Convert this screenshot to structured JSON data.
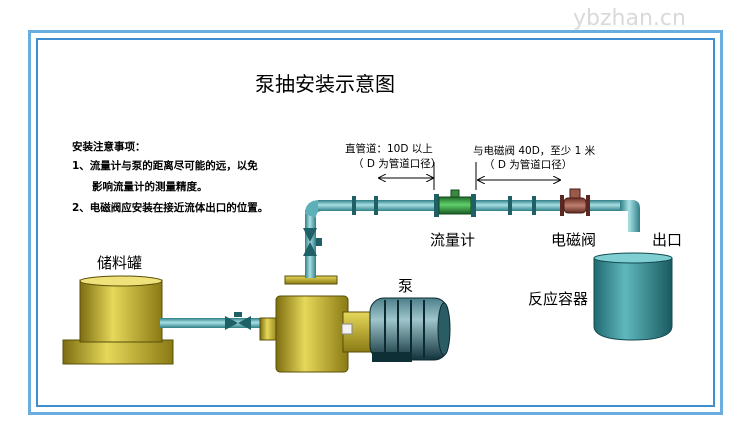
{
  "watermark": "ybzhan.cn",
  "title": "泵抽安装示意图",
  "notes": {
    "heading": "安装注意事项：",
    "item1_line1": "1、流量计与泵的距离尽可能的远，以免",
    "item1_line2": "影响流量计的测量精度。",
    "item2": "2、电磁阀应安装在接近流体出口的位置。"
  },
  "segments": {
    "straight_line1": "直管道：10D 以上",
    "straight_line2": "（ D 为管道口径）",
    "valve_dist_line1": "与电磁阀 40D，至少 1 米",
    "valve_dist_line2": "（ D 为管道口径）"
  },
  "labels": {
    "tank": "储料罐",
    "flowmeter": "流量计",
    "solenoid_valve": "电磁阀",
    "outlet": "出口",
    "pump": "泵",
    "reactor": "反应容器"
  },
  "colors": {
    "frame_outer": "#6aaee0",
    "frame_inner": "#3f8fd0",
    "pipe": "#5cb0b8",
    "tank_yellow": "#c9b62a",
    "motor_dark": "#1d4a56",
    "flowmeter_green": "#2a8a3a",
    "valve_brown": "#8a4a3a",
    "reactor_teal": "#2f8a8e"
  }
}
